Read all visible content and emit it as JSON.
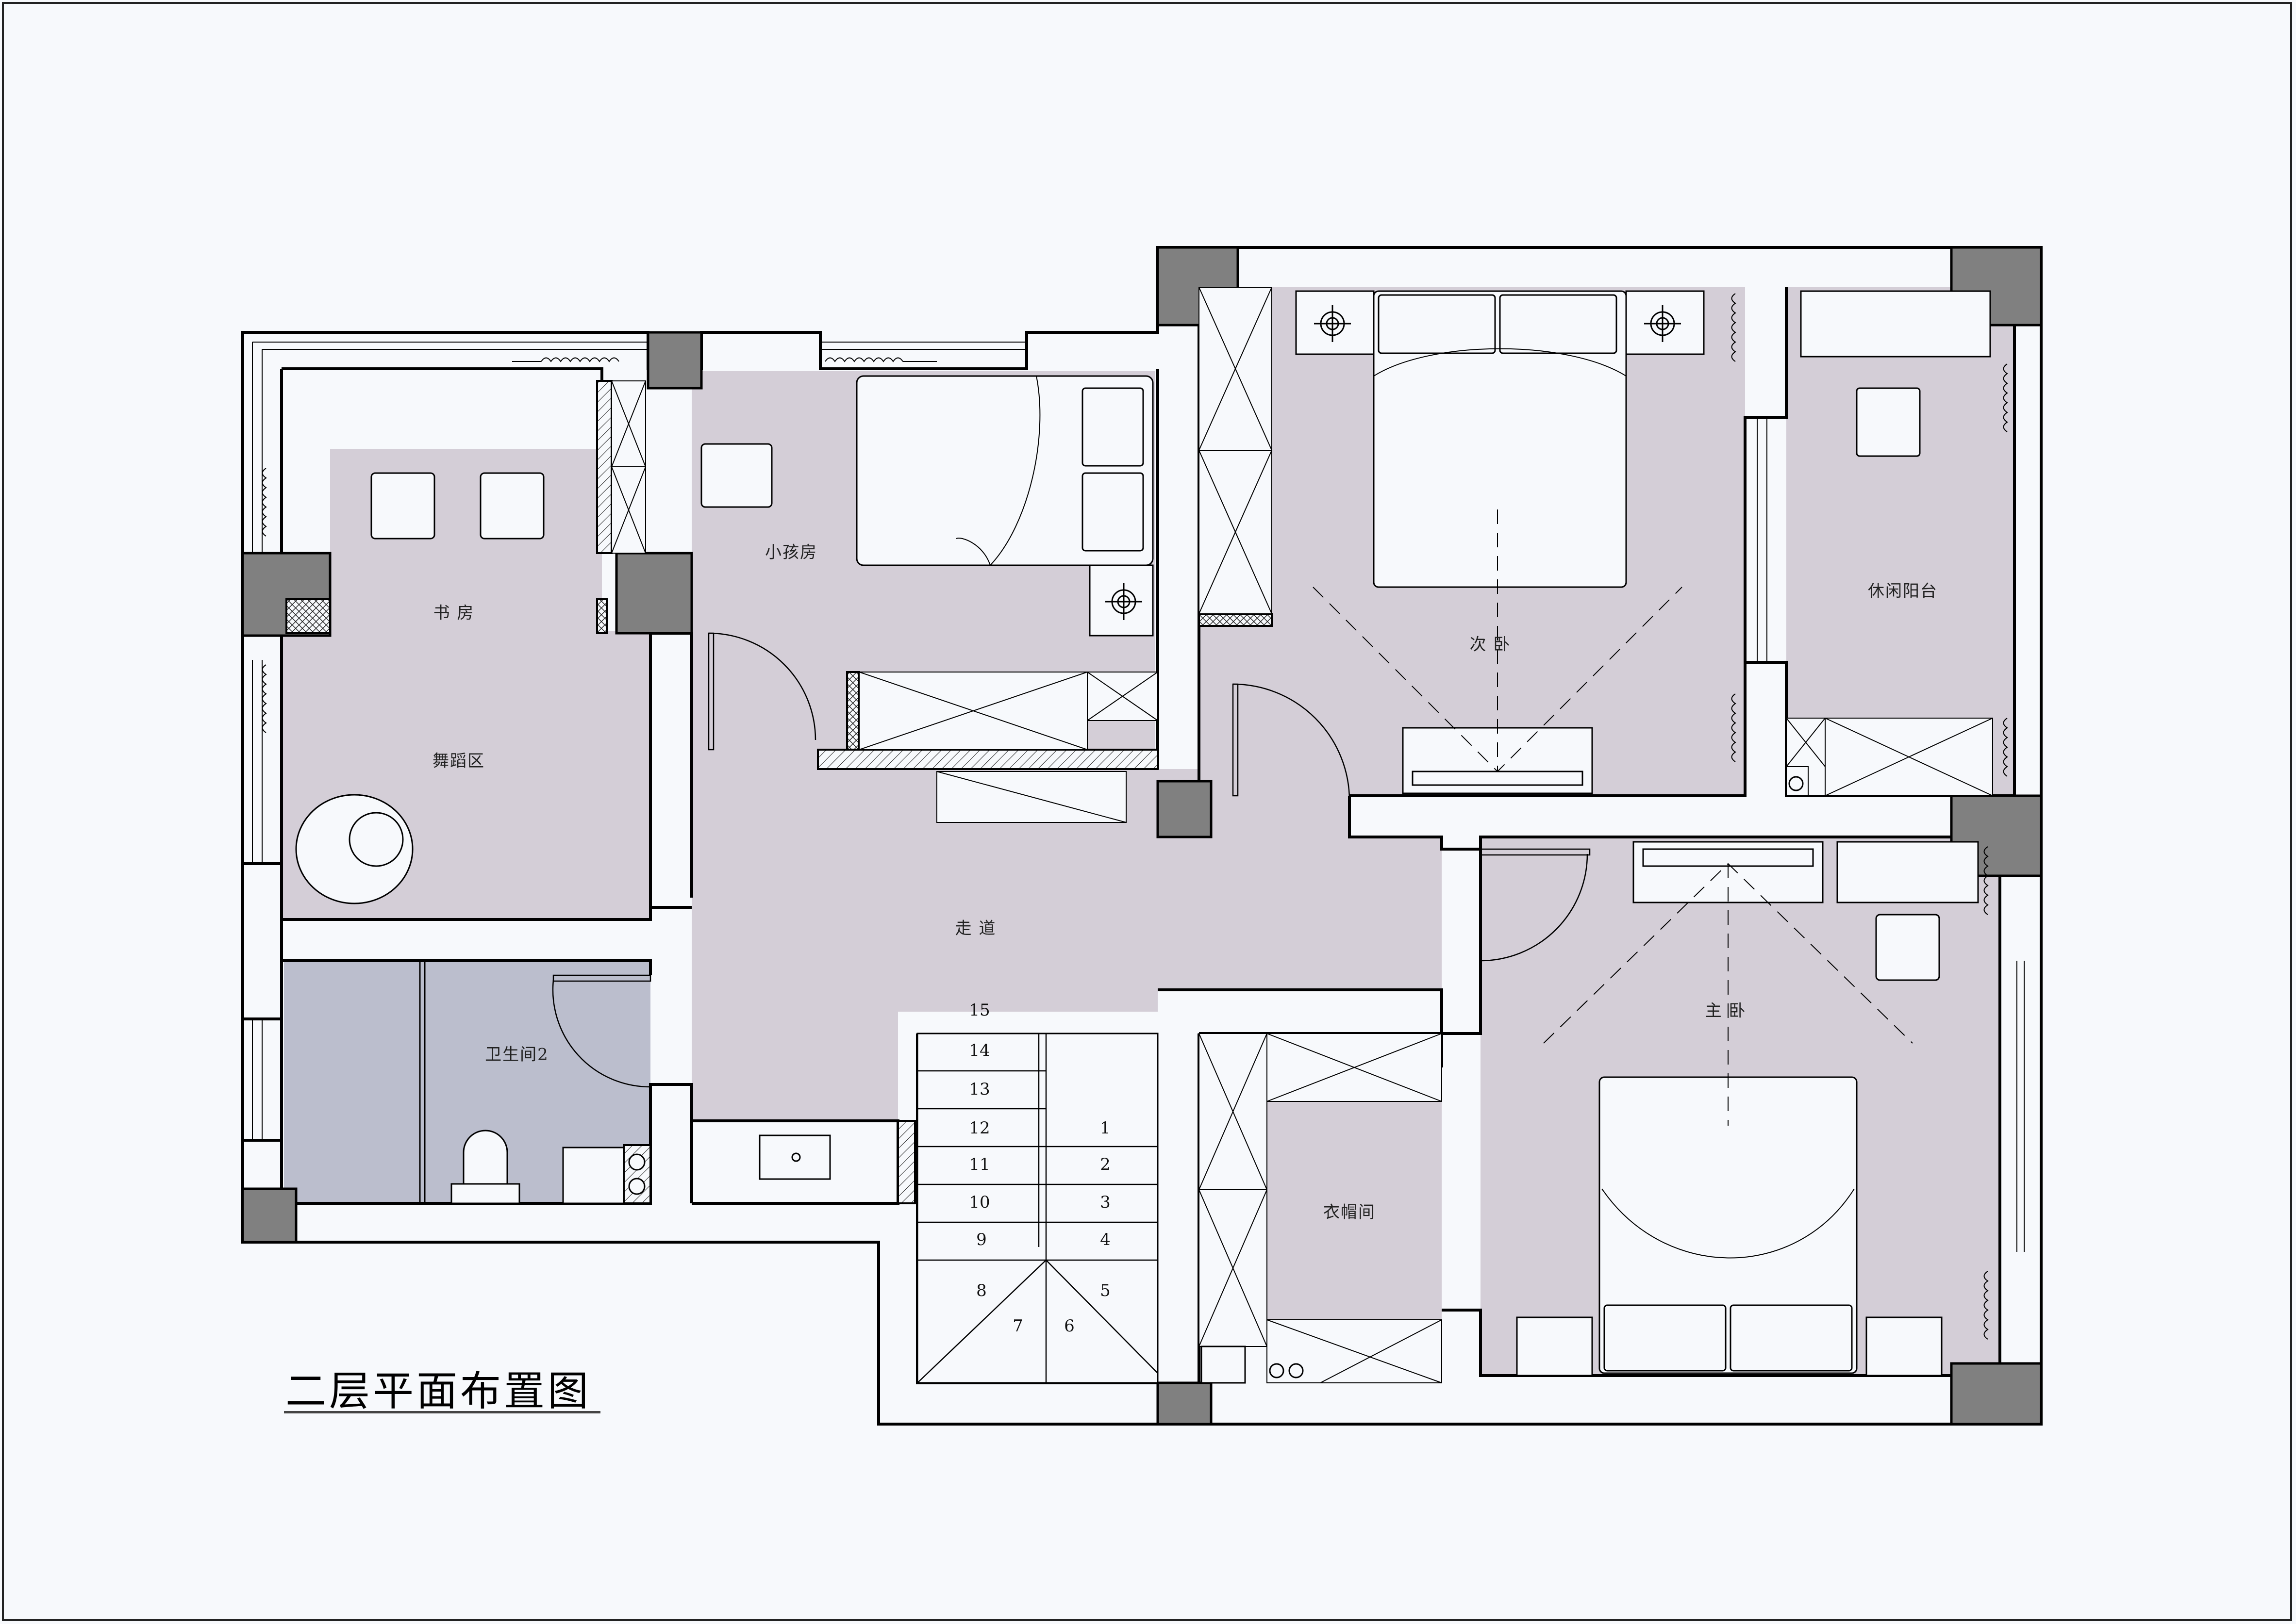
{
  "title": "二层平面布置图",
  "colors": {
    "background": "#f7f9fc",
    "room_fill": "#d4ced7",
    "bathroom_fill": "#bbbecd",
    "column_fill": "#808080",
    "wall_stroke": "#000000",
    "furniture_fill": "#f7f9fc"
  },
  "rooms": [
    {
      "id": "study",
      "label": "书 房"
    },
    {
      "id": "dance",
      "label": "舞蹈区"
    },
    {
      "id": "kids",
      "label": "小孩房"
    },
    {
      "id": "bath2",
      "label": "卫生间2"
    },
    {
      "id": "corridor",
      "label": "走 道"
    },
    {
      "id": "second_bedroom",
      "label": "次 卧"
    },
    {
      "id": "balcony",
      "label": "休闲阳台"
    },
    {
      "id": "master_bedroom",
      "label": "主 卧"
    },
    {
      "id": "closet",
      "label": "衣帽间"
    }
  ],
  "stairs": {
    "steps": [
      "1",
      "2",
      "3",
      "4",
      "5",
      "6",
      "7",
      "8",
      "9",
      "10",
      "11",
      "12",
      "13",
      "14",
      "15"
    ]
  }
}
